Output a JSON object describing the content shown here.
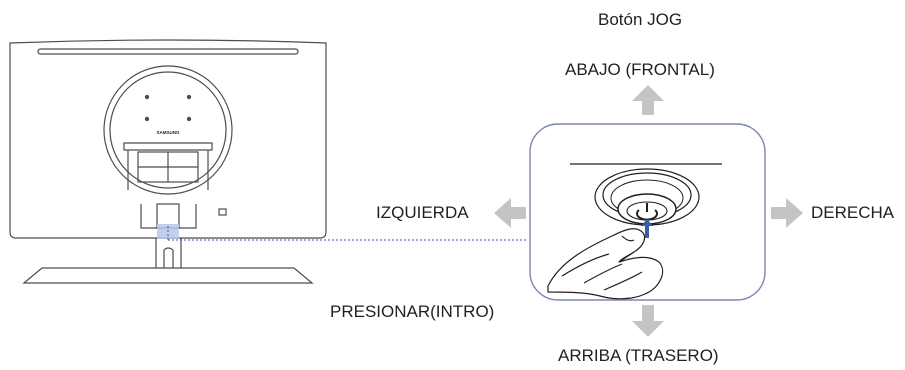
{
  "labels": {
    "title": "Botón JOG",
    "down_front": "ABAJO (FRONTAL)",
    "left": "IZQUIERDA",
    "right": "DERECHA",
    "press_enter": "PRESIONAR(INTRO)",
    "up_rear": "ARRIBA (TRASERO)"
  },
  "monitor": {
    "brand": "SAMSUNG"
  },
  "colors": {
    "arrow": "#c4c4c4",
    "outline": "#4d4d4d",
    "callout_border": "#7b86b8",
    "highlight": "#b8c7ea",
    "button_arrow": "#3b5da8"
  }
}
